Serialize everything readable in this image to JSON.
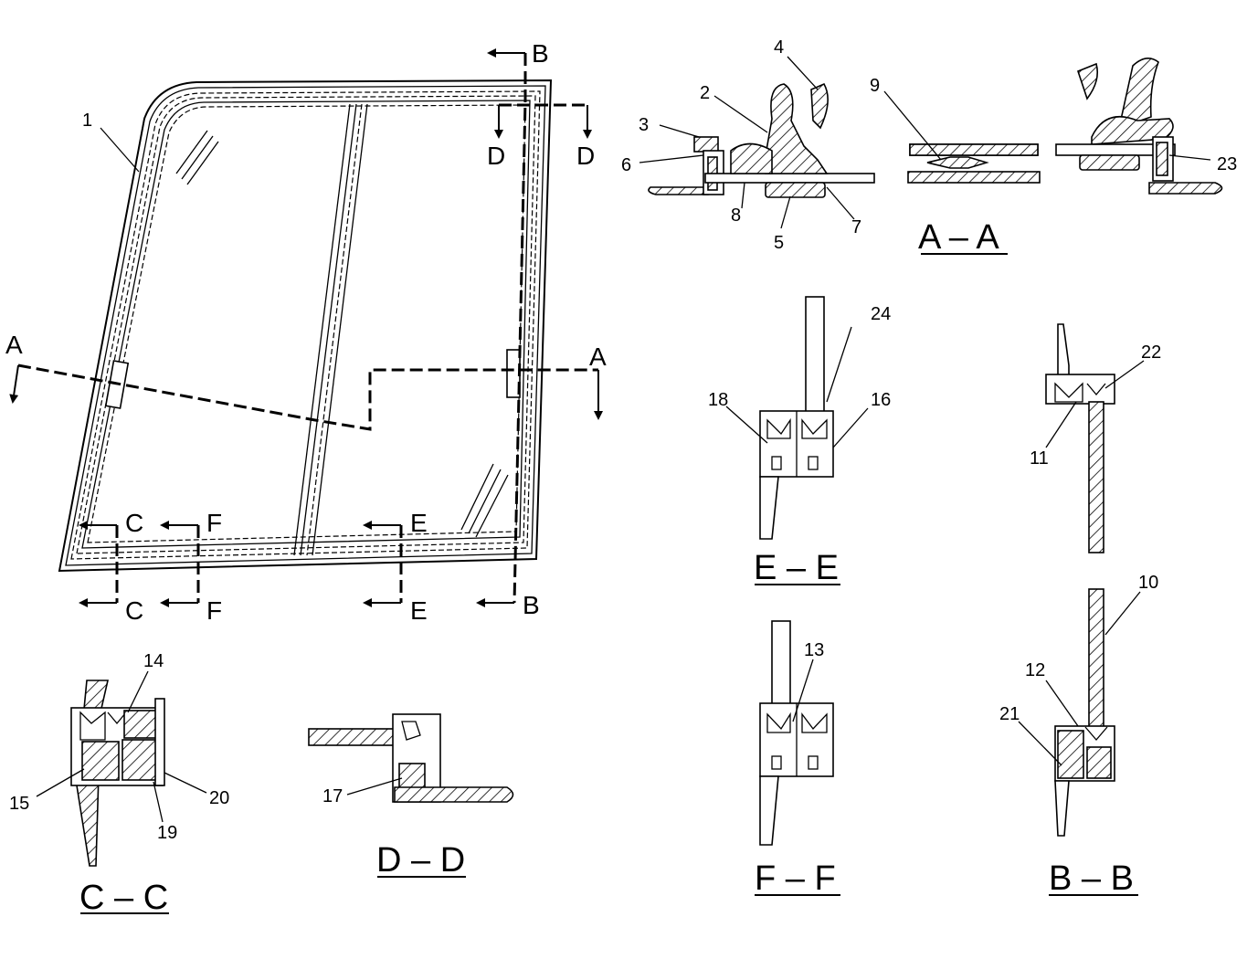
{
  "window_label": "1",
  "cut_letters": {
    "a1": "A",
    "a2": "A",
    "b1": "B",
    "b2": "B",
    "c1": "C",
    "c2": "C",
    "d1": "D",
    "d2": "D",
    "e1": "E",
    "e2": "E",
    "f1": "F",
    "f2": "F"
  },
  "sections": {
    "aa": "A – A",
    "bb": "B – B",
    "cc": "C – C",
    "dd": "D – D",
    "ee": "E – E",
    "ff": "F – F"
  },
  "callouts": {
    "n2": "2",
    "n3": "3",
    "n4": "4",
    "n5": "5",
    "n6": "6",
    "n7": "7",
    "n8": "8",
    "n9": "9",
    "n10": "10",
    "n11": "11",
    "n12": "12",
    "n13": "13",
    "n14": "14",
    "n15": "15",
    "n16": "16",
    "n17": "17",
    "n18": "18",
    "n19": "19",
    "n20": "20",
    "n21": "21",
    "n22": "22",
    "n23": "23",
    "n24": "24"
  }
}
